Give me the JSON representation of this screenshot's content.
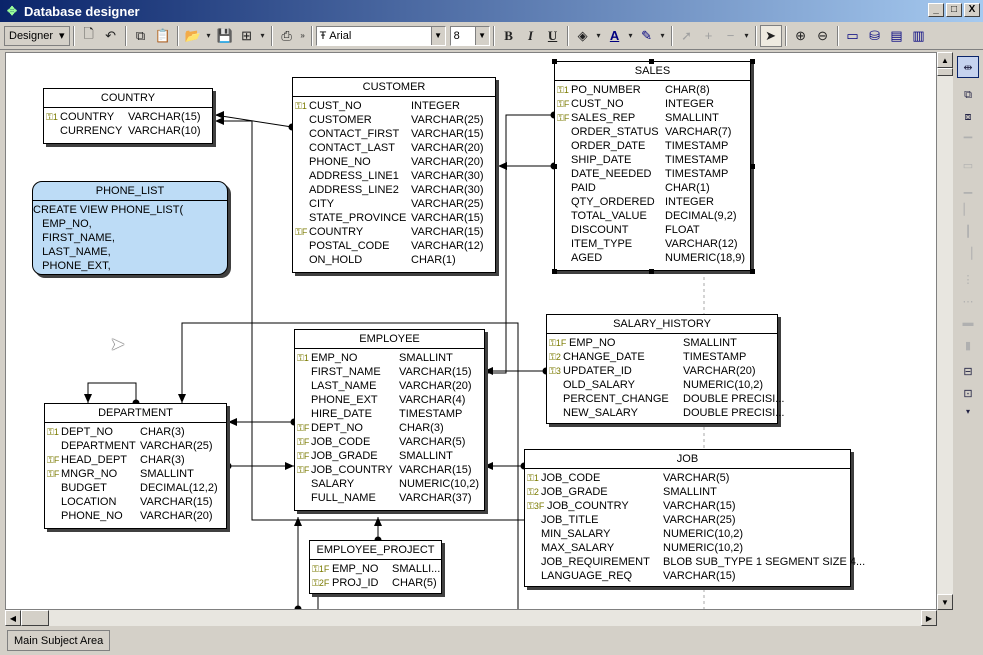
{
  "window": {
    "title": "Database designer",
    "min_label": "_",
    "max_label": "□",
    "close_label": "X"
  },
  "toolbar": {
    "designer_label": "Designer",
    "font_name": "Arial",
    "font_size": "8",
    "bold_label": "B",
    "italic_label": "I",
    "underline_label": "U"
  },
  "tabs": [
    {
      "label": "Main Subject Area"
    }
  ],
  "entities": {
    "country": {
      "name": "COUNTRY",
      "rows": [
        {
          "key": "1",
          "name": "COUNTRY",
          "type": "VARCHAR(15)"
        },
        {
          "key": "",
          "name": "CURRENCY",
          "type": "VARCHAR(10)"
        }
      ]
    },
    "customer": {
      "name": "CUSTOMER",
      "rows": [
        {
          "key": "1",
          "name": "CUST_NO",
          "type": "INTEGER"
        },
        {
          "key": "",
          "name": "CUSTOMER",
          "type": "VARCHAR(25)"
        },
        {
          "key": "",
          "name": "CONTACT_FIRST",
          "type": "VARCHAR(15)"
        },
        {
          "key": "",
          "name": "CONTACT_LAST",
          "type": "VARCHAR(20)"
        },
        {
          "key": "",
          "name": "PHONE_NO",
          "type": "VARCHAR(20)"
        },
        {
          "key": "",
          "name": "ADDRESS_LINE1",
          "type": "VARCHAR(30)"
        },
        {
          "key": "",
          "name": "ADDRESS_LINE2",
          "type": "VARCHAR(30)"
        },
        {
          "key": "",
          "name": "CITY",
          "type": "VARCHAR(25)"
        },
        {
          "key": "",
          "name": "STATE_PROVINCE",
          "type": "VARCHAR(15)"
        },
        {
          "key": "F",
          "name": "COUNTRY",
          "type": "VARCHAR(15)"
        },
        {
          "key": "",
          "name": "POSTAL_CODE",
          "type": "VARCHAR(12)"
        },
        {
          "key": "",
          "name": "ON_HOLD",
          "type": "CHAR(1)"
        }
      ]
    },
    "sales": {
      "name": "SALES",
      "rows": [
        {
          "key": "1",
          "name": "PO_NUMBER",
          "type": "CHAR(8)"
        },
        {
          "key": "F",
          "name": "CUST_NO",
          "type": "INTEGER"
        },
        {
          "key": "F",
          "name": "SALES_REP",
          "type": "SMALLINT"
        },
        {
          "key": "",
          "name": "ORDER_STATUS",
          "type": "VARCHAR(7)"
        },
        {
          "key": "",
          "name": "ORDER_DATE",
          "type": "TIMESTAMP"
        },
        {
          "key": "",
          "name": "SHIP_DATE",
          "type": "TIMESTAMP"
        },
        {
          "key": "",
          "name": "DATE_NEEDED",
          "type": "TIMESTAMP"
        },
        {
          "key": "",
          "name": "PAID",
          "type": "CHAR(1)"
        },
        {
          "key": "",
          "name": "QTY_ORDERED",
          "type": "INTEGER"
        },
        {
          "key": "",
          "name": "TOTAL_VALUE",
          "type": "DECIMAL(9,2)"
        },
        {
          "key": "",
          "name": "DISCOUNT",
          "type": "FLOAT"
        },
        {
          "key": "",
          "name": "ITEM_TYPE",
          "type": "VARCHAR(12)"
        },
        {
          "key": "",
          "name": "AGED",
          "type": "NUMERIC(18,9)"
        }
      ]
    },
    "employee": {
      "name": "EMPLOYEE",
      "rows": [
        {
          "key": "1",
          "name": "EMP_NO",
          "type": "SMALLINT"
        },
        {
          "key": "",
          "name": "FIRST_NAME",
          "type": "VARCHAR(15)"
        },
        {
          "key": "",
          "name": "LAST_NAME",
          "type": "VARCHAR(20)"
        },
        {
          "key": "",
          "name": "PHONE_EXT",
          "type": "VARCHAR(4)"
        },
        {
          "key": "",
          "name": "HIRE_DATE",
          "type": "TIMESTAMP"
        },
        {
          "key": "F",
          "name": "DEPT_NO",
          "type": "CHAR(3)"
        },
        {
          "key": "F",
          "name": "JOB_CODE",
          "type": "VARCHAR(5)"
        },
        {
          "key": "F",
          "name": "JOB_GRADE",
          "type": "SMALLINT"
        },
        {
          "key": "F",
          "name": "JOB_COUNTRY",
          "type": "VARCHAR(15)"
        },
        {
          "key": "",
          "name": "SALARY",
          "type": "NUMERIC(10,2)"
        },
        {
          "key": "",
          "name": "FULL_NAME",
          "type": "VARCHAR(37)"
        }
      ]
    },
    "salary_history": {
      "name": "SALARY_HISTORY",
      "rows": [
        {
          "key": "1F",
          "name": "EMP_NO",
          "type": "SMALLINT"
        },
        {
          "key": "2",
          "name": "CHANGE_DATE",
          "type": "TIMESTAMP"
        },
        {
          "key": "3",
          "name": "UPDATER_ID",
          "type": "VARCHAR(20)"
        },
        {
          "key": "",
          "name": "OLD_SALARY",
          "type": "NUMERIC(10,2)"
        },
        {
          "key": "",
          "name": "PERCENT_CHANGE",
          "type": "DOUBLE PRECISI..."
        },
        {
          "key": "",
          "name": "NEW_SALARY",
          "type": "DOUBLE PRECISI..."
        }
      ]
    },
    "department": {
      "name": "DEPARTMENT",
      "rows": [
        {
          "key": "1",
          "name": "DEPT_NO",
          "type": "CHAR(3)"
        },
        {
          "key": "",
          "name": "DEPARTMENT",
          "type": "VARCHAR(25)"
        },
        {
          "key": "F",
          "name": "HEAD_DEPT",
          "type": "CHAR(3)"
        },
        {
          "key": "F",
          "name": "MNGR_NO",
          "type": "SMALLINT"
        },
        {
          "key": "",
          "name": "BUDGET",
          "type": "DECIMAL(12,2)"
        },
        {
          "key": "",
          "name": "LOCATION",
          "type": "VARCHAR(15)"
        },
        {
          "key": "",
          "name": "PHONE_NO",
          "type": "VARCHAR(20)"
        }
      ]
    },
    "job": {
      "name": "JOB",
      "rows": [
        {
          "key": "1",
          "name": "JOB_CODE",
          "type": "VARCHAR(5)"
        },
        {
          "key": "2",
          "name": "JOB_GRADE",
          "type": "SMALLINT"
        },
        {
          "key": "3F",
          "name": "JOB_COUNTRY",
          "type": "VARCHAR(15)"
        },
        {
          "key": "",
          "name": "JOB_TITLE",
          "type": "VARCHAR(25)"
        },
        {
          "key": "",
          "name": "MIN_SALARY",
          "type": "NUMERIC(10,2)"
        },
        {
          "key": "",
          "name": "MAX_SALARY",
          "type": "NUMERIC(10,2)"
        },
        {
          "key": "",
          "name": "JOB_REQUIREMENT",
          "type": "BLOB SUB_TYPE 1 SEGMENT SIZE 4..."
        },
        {
          "key": "",
          "name": "LANGUAGE_REQ",
          "type": "VARCHAR(15)"
        }
      ]
    },
    "employee_project": {
      "name": "EMPLOYEE_PROJECT",
      "rows": [
        {
          "key": "1F",
          "name": "EMP_NO",
          "type": "SMALLI..."
        },
        {
          "key": "2F",
          "name": "PROJ_ID",
          "type": "CHAR(5)"
        }
      ]
    }
  },
  "view": {
    "name": "PHONE_LIST",
    "lines": [
      "CREATE VIEW PHONE_LIST(",
      "   EMP_NO,",
      "   FIRST_NAME,",
      "   LAST_NAME,",
      "   PHONE_EXT,"
    ]
  }
}
